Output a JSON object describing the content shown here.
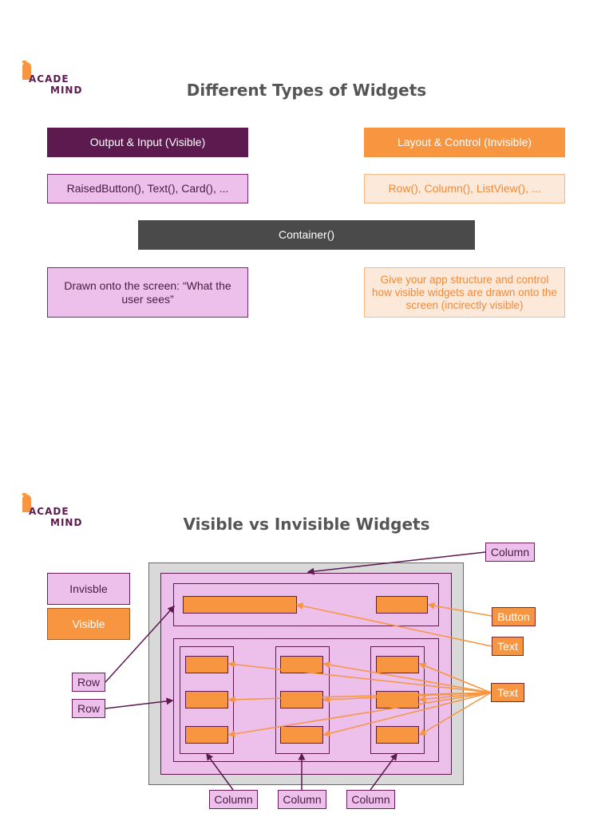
{
  "colors": {
    "purple_dark": "#5c1a4f",
    "orange": "#f79540",
    "pink": "#ecc0ea",
    "peach": "#fde9da",
    "grey_dark": "#4a4a4a",
    "grey_light": "#d9d9d9"
  },
  "logo": {
    "line1": "ACADE",
    "line2": "MIND"
  },
  "slide1": {
    "title": "Different Types of Widgets",
    "output_input": "Output & Input (Visible)",
    "layout_control": "Layout & Control (Invisible)",
    "visible_examples": "RaisedButton(), Text(), Card(), ...",
    "invisible_examples": "Row(), Column(), ListView(), ...",
    "container": "Container()",
    "visible_desc": "Drawn onto the screen: “What the user sees”",
    "invisible_desc": "Give your app structure and control how visible widgets are drawn onto the screen (incirectly visible)"
  },
  "slide2": {
    "title": "Visible vs Invisible Widgets",
    "legend_invisible": "Invisble",
    "legend_visible": "Visible",
    "label_column_top": "Column",
    "label_button": "Button",
    "label_text_1": "Text",
    "label_text_2": "Text",
    "label_row_1": "Row",
    "label_row_2": "Row",
    "label_column_1": "Column",
    "label_column_2": "Column",
    "label_column_3": "Column"
  }
}
